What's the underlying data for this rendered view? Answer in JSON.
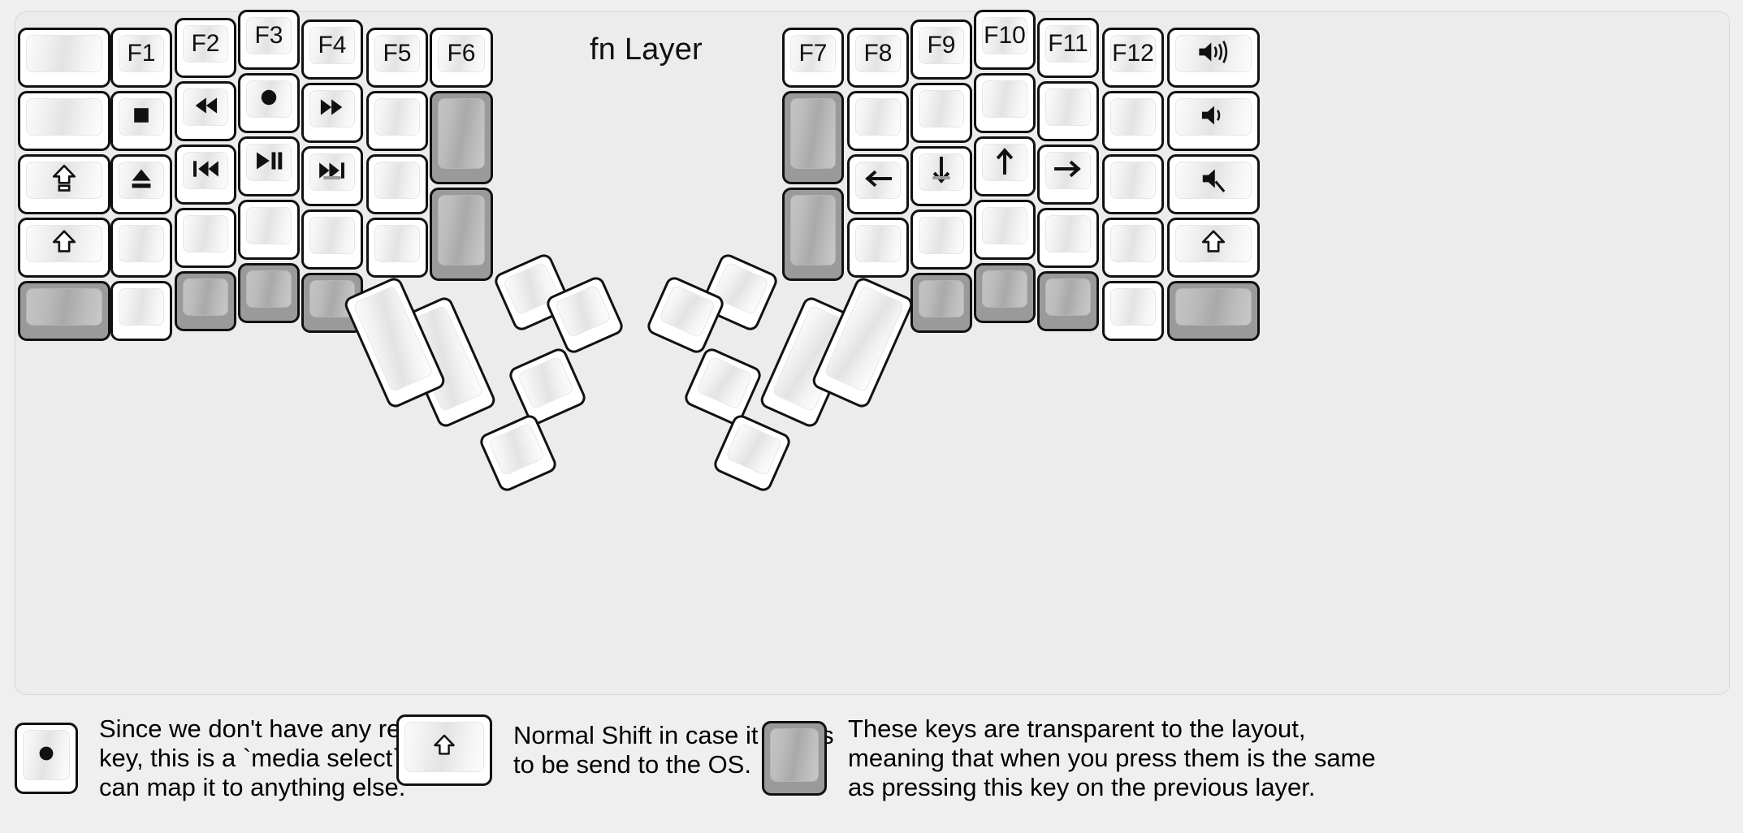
{
  "title": "fn Layer",
  "colors": {
    "background": "#efefef",
    "board": "#ececec",
    "keycap": "#ffffff",
    "keycap_outline": "#111111",
    "transparent_key": "#9a9a9a",
    "label": "#111111"
  },
  "legend": [
    {
      "key_icon": "record-icon",
      "key_state": "normal",
      "text": "Since we don't have any recording\nkey, this is a `media select` so user\ncan map it to anything else."
    },
    {
      "key_icon": "shift-icon",
      "key_state": "normal",
      "text": "Normal Shift in case it needs\nto be send to the OS."
    },
    {
      "key_icon": "",
      "key_state": "transparent",
      "text": "These keys are transparent to the layout,\nmeaning that when you press them is the same\nas pressing this key on the previous layer."
    }
  ],
  "keyboard": {
    "left_half": {
      "columns": [
        {
          "name": "col-pinky-outer",
          "keys": [
            {
              "label": "",
              "icon": "",
              "state": "normal"
            },
            {
              "label": "",
              "icon": "",
              "state": "normal"
            },
            {
              "label": "",
              "icon": "capslock-icon",
              "state": "normal"
            },
            {
              "label": "",
              "icon": "shift-icon",
              "state": "normal"
            },
            {
              "label": "",
              "icon": "",
              "state": "transparent"
            }
          ]
        },
        {
          "name": "col-pinky",
          "keys": [
            {
              "label": "F1",
              "icon": "",
              "state": "normal"
            },
            {
              "label": "",
              "icon": "stop-icon",
              "state": "normal"
            },
            {
              "label": "",
              "icon": "eject-icon",
              "state": "normal"
            },
            {
              "label": "",
              "icon": "",
              "state": "normal"
            },
            {
              "label": "",
              "icon": "",
              "state": "normal"
            }
          ]
        },
        {
          "name": "col-ring",
          "keys": [
            {
              "label": "F2",
              "icon": "",
              "state": "normal"
            },
            {
              "label": "",
              "icon": "rewind-icon",
              "state": "normal"
            },
            {
              "label": "",
              "icon": "previous-track-icon",
              "state": "normal"
            },
            {
              "label": "",
              "icon": "",
              "state": "normal"
            },
            {
              "label": "",
              "icon": "",
              "state": "transparent"
            }
          ]
        },
        {
          "name": "col-middle",
          "keys": [
            {
              "label": "F3",
              "icon": "",
              "state": "normal"
            },
            {
              "label": "",
              "icon": "record-icon",
              "state": "normal"
            },
            {
              "label": "",
              "icon": "play-pause-icon",
              "state": "normal"
            },
            {
              "label": "",
              "icon": "",
              "state": "normal"
            },
            {
              "label": "",
              "icon": "",
              "state": "transparent"
            }
          ]
        },
        {
          "name": "col-index",
          "keys": [
            {
              "label": "F4",
              "icon": "",
              "state": "normal"
            },
            {
              "label": "",
              "icon": "fast-forward-icon",
              "state": "normal"
            },
            {
              "label": "",
              "icon": "next-track-icon",
              "state": "normal",
              "homing": true
            },
            {
              "label": "",
              "icon": "",
              "state": "normal"
            },
            {
              "label": "",
              "icon": "",
              "state": "transparent"
            }
          ]
        },
        {
          "name": "col-index-inner",
          "keys": [
            {
              "label": "F5",
              "icon": "",
              "state": "normal"
            },
            {
              "label": "",
              "icon": "",
              "state": "normal"
            },
            {
              "label": "",
              "icon": "",
              "state": "normal"
            },
            {
              "label": "",
              "icon": "",
              "state": "normal"
            }
          ]
        },
        {
          "name": "col-inner",
          "keys": [
            {
              "label": "F6",
              "icon": "",
              "state": "normal"
            },
            {
              "label": "",
              "icon": "",
              "state": "transparent",
              "tall": true
            },
            {
              "label": "",
              "icon": "",
              "state": "transparent",
              "tall": true
            }
          ]
        }
      ],
      "thumb_cluster": [
        {
          "name": "thumb-small-top",
          "label": "",
          "icon": "",
          "state": "normal"
        },
        {
          "name": "thumb-small-upper",
          "label": "",
          "icon": "",
          "state": "normal"
        },
        {
          "name": "thumb-small-lower",
          "label": "",
          "icon": "",
          "state": "normal"
        },
        {
          "name": "thumb-small-bottom",
          "label": "",
          "icon": "",
          "state": "normal"
        },
        {
          "name": "thumb-large-inner",
          "label": "",
          "icon": "",
          "state": "normal"
        },
        {
          "name": "thumb-large-outer",
          "label": "",
          "icon": "",
          "state": "normal"
        }
      ]
    },
    "right_half": {
      "columns": [
        {
          "name": "col-inner",
          "keys": [
            {
              "label": "F7",
              "icon": "",
              "state": "normal"
            },
            {
              "label": "",
              "icon": "",
              "state": "transparent",
              "tall": true
            },
            {
              "label": "",
              "icon": "",
              "state": "transparent",
              "tall": true
            }
          ]
        },
        {
          "name": "col-index-inner",
          "keys": [
            {
              "label": "F8",
              "icon": "",
              "state": "normal"
            },
            {
              "label": "",
              "icon": "",
              "state": "normal"
            },
            {
              "label": "",
              "icon": "arrow-left-icon",
              "state": "normal"
            },
            {
              "label": "",
              "icon": "",
              "state": "normal"
            }
          ]
        },
        {
          "name": "col-index",
          "keys": [
            {
              "label": "F9",
              "icon": "",
              "state": "normal"
            },
            {
              "label": "",
              "icon": "",
              "state": "normal"
            },
            {
              "label": "",
              "icon": "arrow-down-icon",
              "state": "normal",
              "homing": true
            },
            {
              "label": "",
              "icon": "",
              "state": "normal"
            },
            {
              "label": "",
              "icon": "",
              "state": "transparent"
            }
          ]
        },
        {
          "name": "col-middle",
          "keys": [
            {
              "label": "F10",
              "icon": "",
              "state": "normal"
            },
            {
              "label": "",
              "icon": "",
              "state": "normal"
            },
            {
              "label": "",
              "icon": "arrow-up-icon",
              "state": "normal"
            },
            {
              "label": "",
              "icon": "",
              "state": "normal"
            },
            {
              "label": "",
              "icon": "",
              "state": "transparent"
            }
          ]
        },
        {
          "name": "col-ring",
          "keys": [
            {
              "label": "F11",
              "icon": "",
              "state": "normal"
            },
            {
              "label": "",
              "icon": "",
              "state": "normal"
            },
            {
              "label": "",
              "icon": "arrow-right-icon",
              "state": "normal"
            },
            {
              "label": "",
              "icon": "",
              "state": "normal"
            },
            {
              "label": "",
              "icon": "",
              "state": "transparent"
            }
          ]
        },
        {
          "name": "col-pinky",
          "keys": [
            {
              "label": "F12",
              "icon": "",
              "state": "normal"
            },
            {
              "label": "",
              "icon": "",
              "state": "normal"
            },
            {
              "label": "",
              "icon": "",
              "state": "normal"
            },
            {
              "label": "",
              "icon": "",
              "state": "normal"
            },
            {
              "label": "",
              "icon": "",
              "state": "normal"
            }
          ]
        },
        {
          "name": "col-pinky-outer",
          "keys": [
            {
              "label": "",
              "icon": "volume-up-icon",
              "state": "normal"
            },
            {
              "label": "",
              "icon": "volume-down-icon",
              "state": "normal"
            },
            {
              "label": "",
              "icon": "volume-mute-icon",
              "state": "normal"
            },
            {
              "label": "",
              "icon": "shift-icon",
              "state": "normal"
            },
            {
              "label": "",
              "icon": "",
              "state": "transparent"
            }
          ]
        }
      ],
      "thumb_cluster": [
        {
          "name": "thumb-small-top",
          "label": "",
          "icon": "",
          "state": "normal"
        },
        {
          "name": "thumb-small-upper",
          "label": "",
          "icon": "",
          "state": "normal"
        },
        {
          "name": "thumb-small-lower",
          "label": "",
          "icon": "",
          "state": "normal"
        },
        {
          "name": "thumb-small-bottom",
          "label": "",
          "icon": "",
          "state": "normal"
        },
        {
          "name": "thumb-large-inner",
          "label": "",
          "icon": "",
          "state": "normal"
        },
        {
          "name": "thumb-large-outer",
          "label": "",
          "icon": "",
          "state": "normal"
        }
      ]
    }
  }
}
